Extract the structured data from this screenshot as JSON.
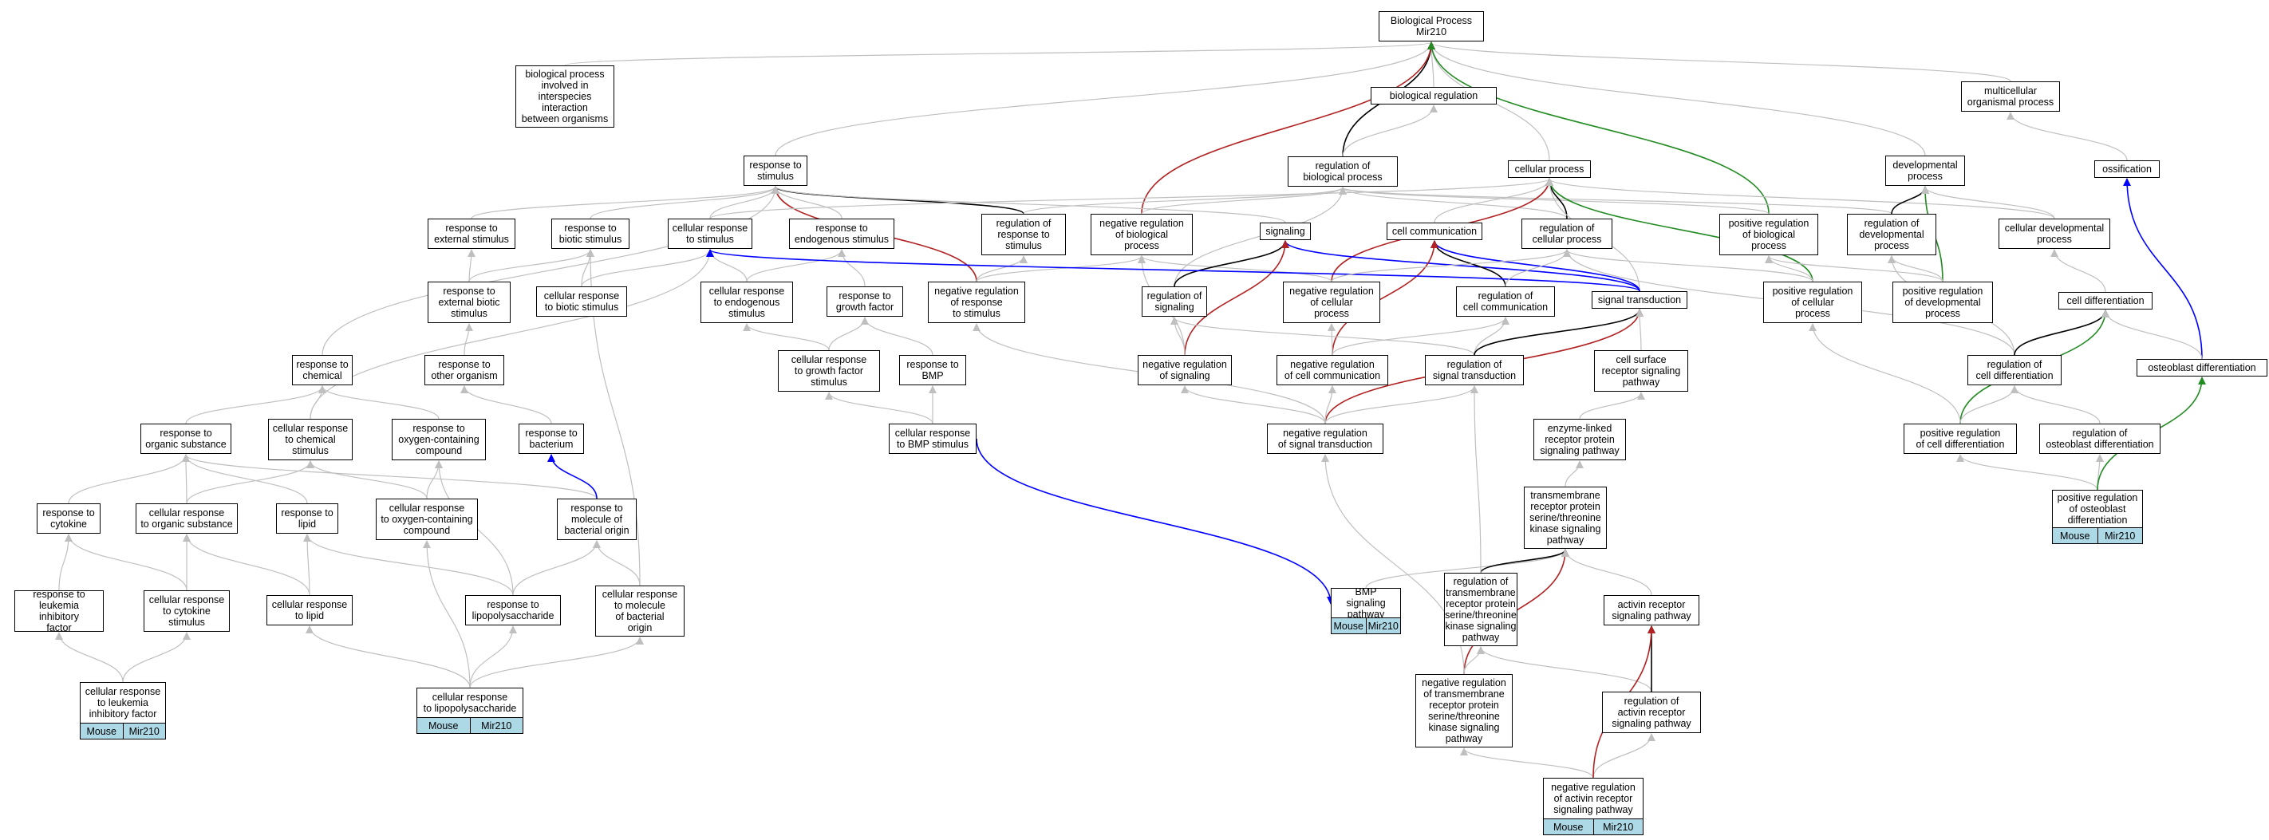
{
  "colors": {
    "gray": "#bfbfbf",
    "black": "#000000",
    "red": "#b22222",
    "blue": "#0000ff",
    "green": "#228b22",
    "tag_bg": "#add8e6"
  },
  "nodes": {
    "bp": "Biological Process\nMir210",
    "bp_interspecies": "biological process\ninvolved in\ninterspecies\ninteraction\nbetween organisms",
    "bio_reg": "biological regulation",
    "multicell": "multicellular\norganismal process",
    "resp_stim": "response to\nstimulus",
    "reg_bio": "regulation of\nbiological process",
    "cell_proc": "cellular process",
    "dev_proc": "developmental\nprocess",
    "ossification": "ossification",
    "resp_ext": "response to\nexternal stimulus",
    "resp_biotic": "response to\nbiotic stimulus",
    "cell_resp_stim": "cellular response\nto stimulus",
    "resp_endo": "response to\nendogenous stimulus",
    "reg_resp_stim": "regulation of\nresponse to\nstimulus",
    "neg_reg_bio": "negative regulation\nof biological\nprocess",
    "signaling": "signaling",
    "cell_comm": "cell communication",
    "reg_cell_proc": "regulation of\ncellular process",
    "pos_reg_bio": "positive regulation\nof biological\nprocess",
    "reg_dev": "regulation of\ndevelopmental\nprocess",
    "cell_dev": "cellular developmental\nprocess",
    "resp_ext_biotic": "response to\nexternal biotic\nstimulus",
    "cell_resp_biotic": "cellular response\nto biotic stimulus",
    "cell_resp_endo": "cellular response\nto endogenous\nstimulus",
    "resp_gf": "response to\ngrowth factor",
    "neg_reg_resp_stim": "negative regulation\nof response\nto stimulus",
    "reg_signaling": "regulation of\nsignaling",
    "neg_reg_cell_proc": "negative regulation\nof cellular\nprocess",
    "reg_cell_comm": "regulation of\ncell communication",
    "sig_trans": "signal transduction",
    "pos_reg_cell_proc": "positive regulation\nof cellular\nprocess",
    "pos_reg_dev": "positive regulation\nof developmental\nprocess",
    "cell_diff": "cell differentiation",
    "resp_chem": "response to\nchemical",
    "resp_other_org": "response to\nother organism",
    "cell_resp_gf": "cellular response\nto growth factor\nstimulus",
    "resp_bmp": "response to\nBMP",
    "neg_reg_signaling": "negative regulation\nof signaling",
    "neg_reg_cell_comm": "negative regulation\nof cell communication",
    "reg_sig_trans": "regulation of\nsignal transduction",
    "cell_surface": "cell surface\nreceptor signaling\npathway",
    "reg_cell_diff": "regulation of\ncell differentiation",
    "osteo_diff": "osteoblast differentiation",
    "resp_org_sub": "response to\norganic substance",
    "cell_resp_chem": "cellular response\nto chemical\nstimulus",
    "resp_oxy": "response to\noxygen-containing\ncompound",
    "resp_bacterium": "response to\nbacterium",
    "cell_resp_bmp": "cellular response\nto BMP stimulus",
    "neg_reg_sig_trans": "negative regulation\nof signal transduction",
    "enzyme_linked": "enzyme-linked\nreceptor protein\nsignaling pathway",
    "pos_reg_cell_diff": "positive regulation\nof cell differentiation",
    "reg_osteo_diff": "regulation of\nosteoblast differentiation",
    "resp_cytokine": "response to\ncytokine",
    "cell_resp_org_sub": "cellular response\nto organic substance",
    "resp_lipid": "response to\nlipid",
    "cell_resp_oxy": "cellular response\nto oxygen-containing\ncompound",
    "resp_mol_bact": "response to\nmolecule of\nbacterial origin",
    "tmrp_sts": "transmembrane\nreceptor protein\nserine/threonine\nkinase signaling\npathway",
    "pos_reg_osteo": "positive regulation\nof osteoblast\ndifferentiation",
    "resp_lif": "response to\nleukemia inhibitory\nfactor",
    "cell_resp_cytokine": "cellular response\nto cytokine\nstimulus",
    "cell_resp_lipid": "cellular response\nto lipid",
    "resp_lps": "response to\nlipopolysaccharide",
    "cell_resp_mol_bact": "cellular response\nto molecule\nof bacterial\norigin",
    "bmp_sig": "BMP signaling\npathway",
    "reg_tmrp": "regulation of\ntransmembrane\nreceptor protein\nserine/threonine\nkinase signaling\npathway",
    "activin": "activin receptor\nsignaling pathway",
    "cell_resp_lif": "cellular response\nto leukemia\ninhibitory factor",
    "cell_resp_lps": "cellular response\nto lipopolysaccharide",
    "neg_reg_tmrp": "negative regulation\nof transmembrane\nreceptor protein\nserine/threonine\nkinase signaling\npathway",
    "reg_activin": "regulation of\nactivin receptor\nsignaling pathway",
    "neg_reg_activin": "negative regulation\nof activin receptor\nsignaling pathway"
  },
  "tags": {
    "organism": "Mouse",
    "gene": "Mir210"
  }
}
